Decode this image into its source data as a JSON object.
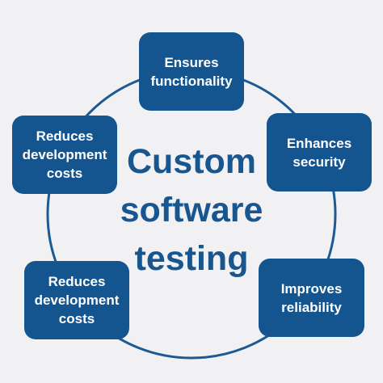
{
  "diagram": {
    "center": {
      "lines": [
        "Custom",
        "software",
        "testing"
      ]
    },
    "nodes": [
      {
        "lines": [
          "Ensures",
          "functionality"
        ]
      },
      {
        "lines": [
          "Enhances",
          "security"
        ]
      },
      {
        "lines": [
          "Improves",
          "reliability"
        ]
      },
      {
        "lines": [
          "Reduces",
          "development",
          "costs"
        ]
      },
      {
        "lines": [
          "Reduces",
          "development",
          "costs"
        ]
      }
    ]
  },
  "colors": {
    "background": "#f1f1f3",
    "node_fill": "#14558f",
    "center_text": "#185690",
    "ring_stroke": "#1b5a92"
  }
}
